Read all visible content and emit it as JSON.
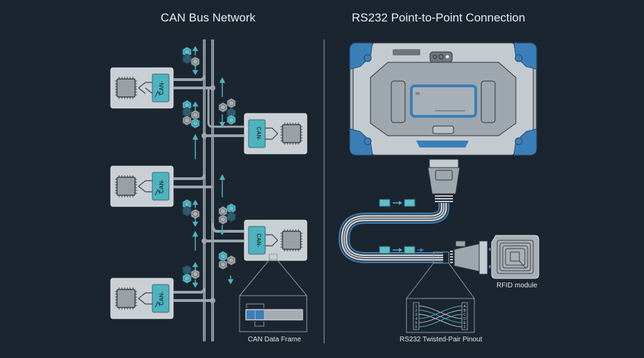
{
  "left_panel": {
    "title": "CAN Bus Network",
    "node_label": "CAN-",
    "node_count": 5,
    "frame_caption": "CAN Data Frame"
  },
  "right_panel": {
    "title": "RS232 Point-to-Point Connection",
    "rfid_caption": "RFID module",
    "pinout_caption": "RS232 Twisted-Pair Pinout",
    "pinout_left_pins": [
      "1",
      "2",
      "3",
      "4",
      "5",
      "6"
    ],
    "pinout_right_pins": [
      "A",
      "B",
      "C",
      "D",
      "E",
      "F"
    ]
  },
  "colors": {
    "background": "#1b2530",
    "accent_teal": "#4fb3bf",
    "accent_blue": "#3b7fb8",
    "bus_line": "#9aa5ad",
    "panel_gray": "#c9cfd3",
    "text": "#e6ebee"
  }
}
